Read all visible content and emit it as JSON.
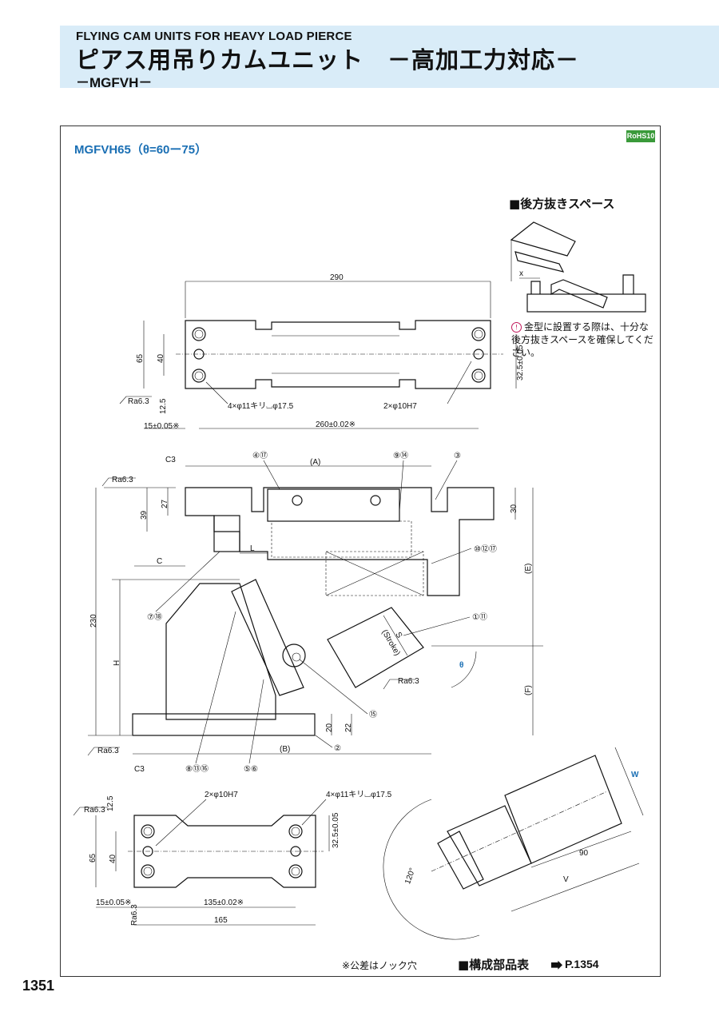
{
  "header": {
    "title_en": "FLYING CAM UNITS FOR HEAVY LOAD PIERCE",
    "title_ja": "ピアス用吊りカムユニット　－高加工力対応－",
    "model_series": "－MGFVH－"
  },
  "model": {
    "title": "MGFVH65（θ=60ー75）",
    "rohs": "RoHS10"
  },
  "rear_space": {
    "title": "■後方抜きスペース",
    "note": "金型に設置する際は、十分な後方抜きスペースを確保してください。",
    "note_mark": "!",
    "x_label": "x"
  },
  "top_view": {
    "dims": [
      "290",
      "65",
      "40",
      "12.5",
      "15±0.05※",
      "260±0.02※",
      "32.5±0.05"
    ],
    "callouts": [
      "4×φ11キリ⌴φ17.5",
      "2×φ10H7"
    ],
    "roughness": "Ra6.3"
  },
  "front_view": {
    "dims": [
      "(A)",
      "39",
      "27",
      "30",
      "C",
      "L",
      "230",
      "H",
      "(E)",
      "(F)",
      "20",
      "22",
      "(B)",
      "S",
      "(Stroke)",
      "θ"
    ],
    "chamfer": "C3",
    "roughness": "Ra6.3",
    "part_numbers": [
      "④⑰",
      "⑨⑭",
      "③",
      "⑩⑫⑰",
      "①⑪",
      "⑦⑱",
      "⑮",
      "②",
      "⑧⑬⑯",
      "⑤⑥"
    ]
  },
  "bottom_view": {
    "dims": [
      "12.5",
      "65",
      "40",
      "32.5±0.05",
      "15±0.05※",
      "135±0.02※",
      "165"
    ],
    "callouts": [
      "2×φ10H7",
      "4×φ11キリ⌴φ17.5"
    ],
    "roughness": "Ra6.3"
  },
  "iso_view": {
    "dims": [
      "W",
      "90",
      "V",
      "120°"
    ]
  },
  "footer": {
    "tolerance_note": "※公差はノック穴",
    "parts_list_label": "■構成部品表",
    "parts_list_ref": "P.1354",
    "page_number": "1351"
  }
}
